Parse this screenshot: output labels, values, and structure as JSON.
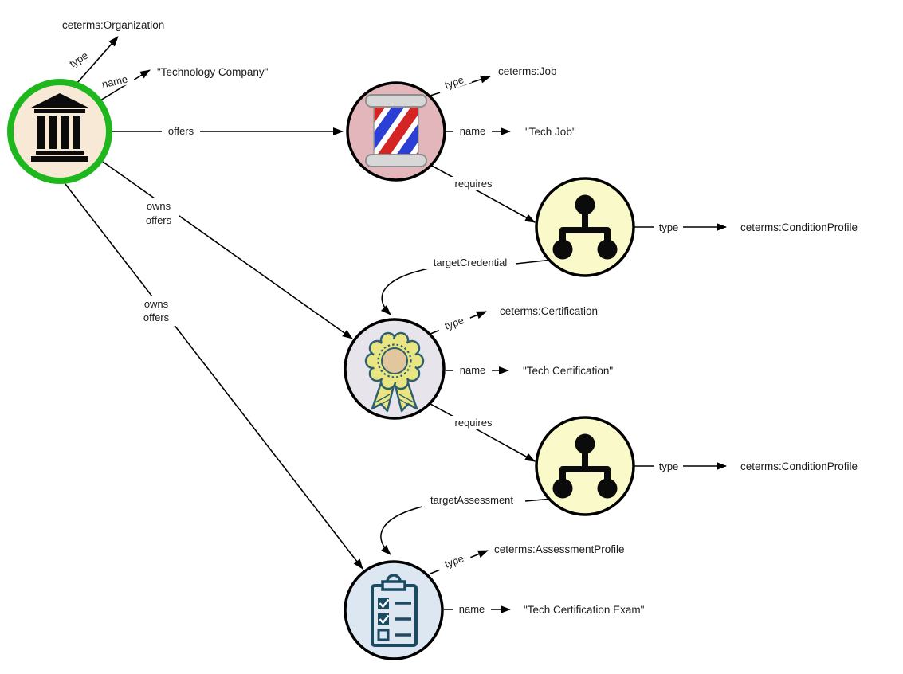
{
  "diagram_type": "credential-engine-rdf-graph",
  "edge_labels": {
    "type": "type",
    "name": "name",
    "offers": "offers",
    "requires": "requires",
    "owns": "owns",
    "target_credential": "targetCredential",
    "target_assessment": "targetAssessment"
  },
  "nodes": {
    "organization": {
      "icon": "bank-icon",
      "fill": "#f7e9d6",
      "border_color": "#1eb71e",
      "type_value": "ceterms:Organization",
      "name_value": "\"Technology Company\""
    },
    "job": {
      "icon": "barber-pole-icon",
      "fill": "#e2b6ba",
      "border_color": "#000000",
      "type_value": "ceterms:Job",
      "name_value": "\"Tech Job\""
    },
    "condition_profile_1": {
      "icon": "hierarchy-icon",
      "fill": "#f9f9c9",
      "border_color": "#000000",
      "type_value": "ceterms:ConditionProfile"
    },
    "certification": {
      "icon": "award-rosette-icon",
      "fill": "#e7e4ec",
      "border_color": "#000000",
      "type_value": "ceterms:Certification",
      "name_value": "\"Tech Certification\""
    },
    "condition_profile_2": {
      "icon": "hierarchy-icon",
      "fill": "#f9f9c9",
      "border_color": "#000000",
      "type_value": "ceterms:ConditionProfile"
    },
    "assessment": {
      "icon": "checklist-clipboard-icon",
      "fill": "#dde7f1",
      "border_color": "#000000",
      "type_value": "ceterms:AssessmentProfile",
      "name_value": "\"Tech Certification Exam\""
    }
  },
  "edges": [
    {
      "from": "organization",
      "label": "type",
      "to": "ceterms:Organization"
    },
    {
      "from": "organization",
      "label": "name",
      "to": "\"Technology Company\""
    },
    {
      "from": "organization",
      "label": "offers",
      "to": "job"
    },
    {
      "from": "organization",
      "label": "owns offers",
      "to": "certification"
    },
    {
      "from": "organization",
      "label": "owns offers",
      "to": "assessment"
    },
    {
      "from": "job",
      "label": "type",
      "to": "ceterms:Job"
    },
    {
      "from": "job",
      "label": "name",
      "to": "\"Tech Job\""
    },
    {
      "from": "job",
      "label": "requires",
      "to": "condition_profile_1"
    },
    {
      "from": "condition_profile_1",
      "label": "type",
      "to": "ceterms:ConditionProfile"
    },
    {
      "from": "condition_profile_1",
      "label": "targetCredential",
      "to": "certification"
    },
    {
      "from": "certification",
      "label": "type",
      "to": "ceterms:Certification"
    },
    {
      "from": "certification",
      "label": "name",
      "to": "\"Tech Certification\""
    },
    {
      "from": "certification",
      "label": "requires",
      "to": "condition_profile_2"
    },
    {
      "from": "condition_profile_2",
      "label": "type",
      "to": "ceterms:ConditionProfile"
    },
    {
      "from": "condition_profile_2",
      "label": "targetAssessment",
      "to": "assessment"
    },
    {
      "from": "assessment",
      "label": "type",
      "to": "ceterms:AssessmentProfile"
    },
    {
      "from": "assessment",
      "label": "name",
      "to": "\"Tech Certification Exam\""
    }
  ]
}
